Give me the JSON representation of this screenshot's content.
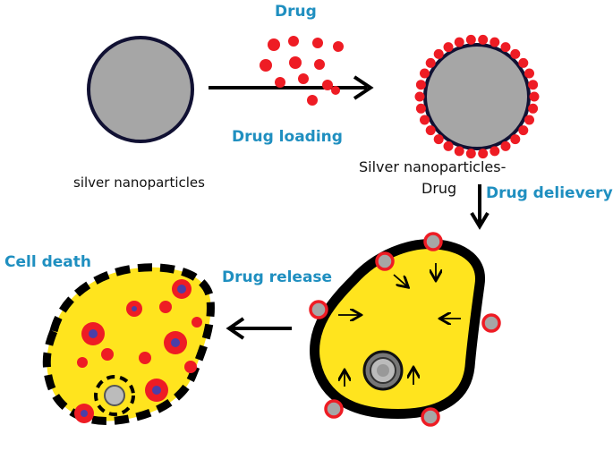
{
  "labels": {
    "drug": "Drug",
    "drug_loading": "Drug loading",
    "silver_nanoparticles": "silver nanoparticles",
    "silver_drug_line1": "Silver nanoparticles-",
    "silver_drug_line2": "Drug",
    "drug_delivery": "Drug delievery",
    "drug_release": "Drug release",
    "cell_death": "Cell death"
  },
  "colors": {
    "label_blue": "#1f8fc0",
    "nanoparticle_fill": "#a6a6a6",
    "nanoparticle_outline": "#111133",
    "drug_red": "#ee1c24",
    "cell_yellow": "#ffe41e",
    "cell_membrane": "#000000",
    "arrow": "#000000"
  },
  "icons": {
    "nanoparticle": "circle",
    "drug_particle": "red-dot",
    "cell": "irregular-blob",
    "nucleus": "concentric-rings"
  }
}
